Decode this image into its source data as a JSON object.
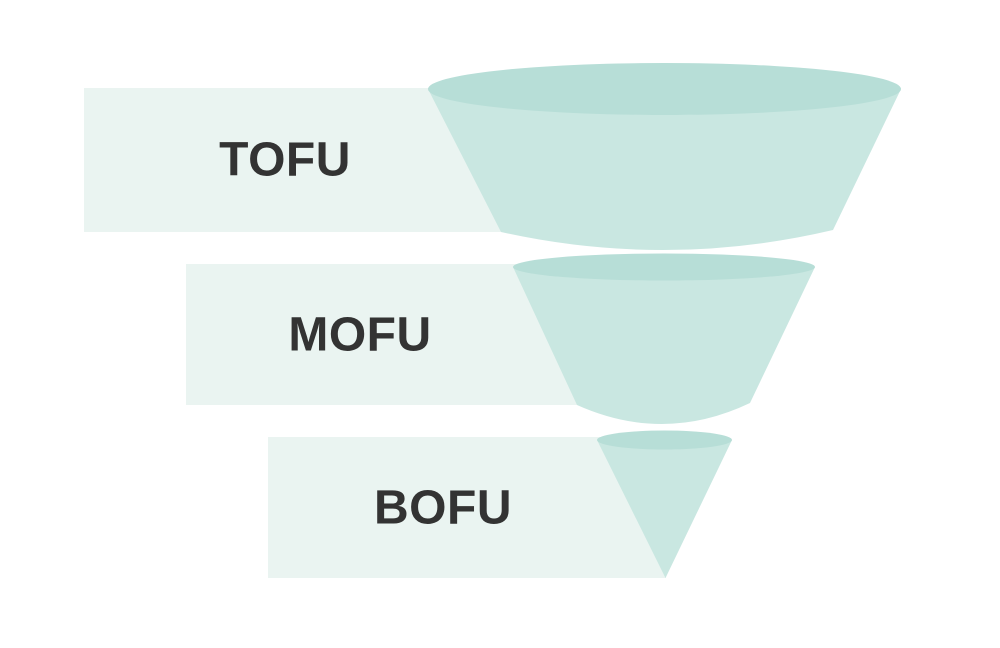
{
  "diagram": {
    "type": "marketing-funnel",
    "orientation": "top-to-bottom",
    "stages": [
      {
        "id": "tofu",
        "label": "TOFU"
      },
      {
        "id": "mofu",
        "label": "MOFU"
      },
      {
        "id": "bofu",
        "label": "BOFU"
      }
    ],
    "colors": {
      "background": "#ffffff",
      "band": "#eaf4f1",
      "funnel_body": "#c9e7e1",
      "funnel_top": "#b7ded7",
      "label_text": "#333333"
    }
  }
}
